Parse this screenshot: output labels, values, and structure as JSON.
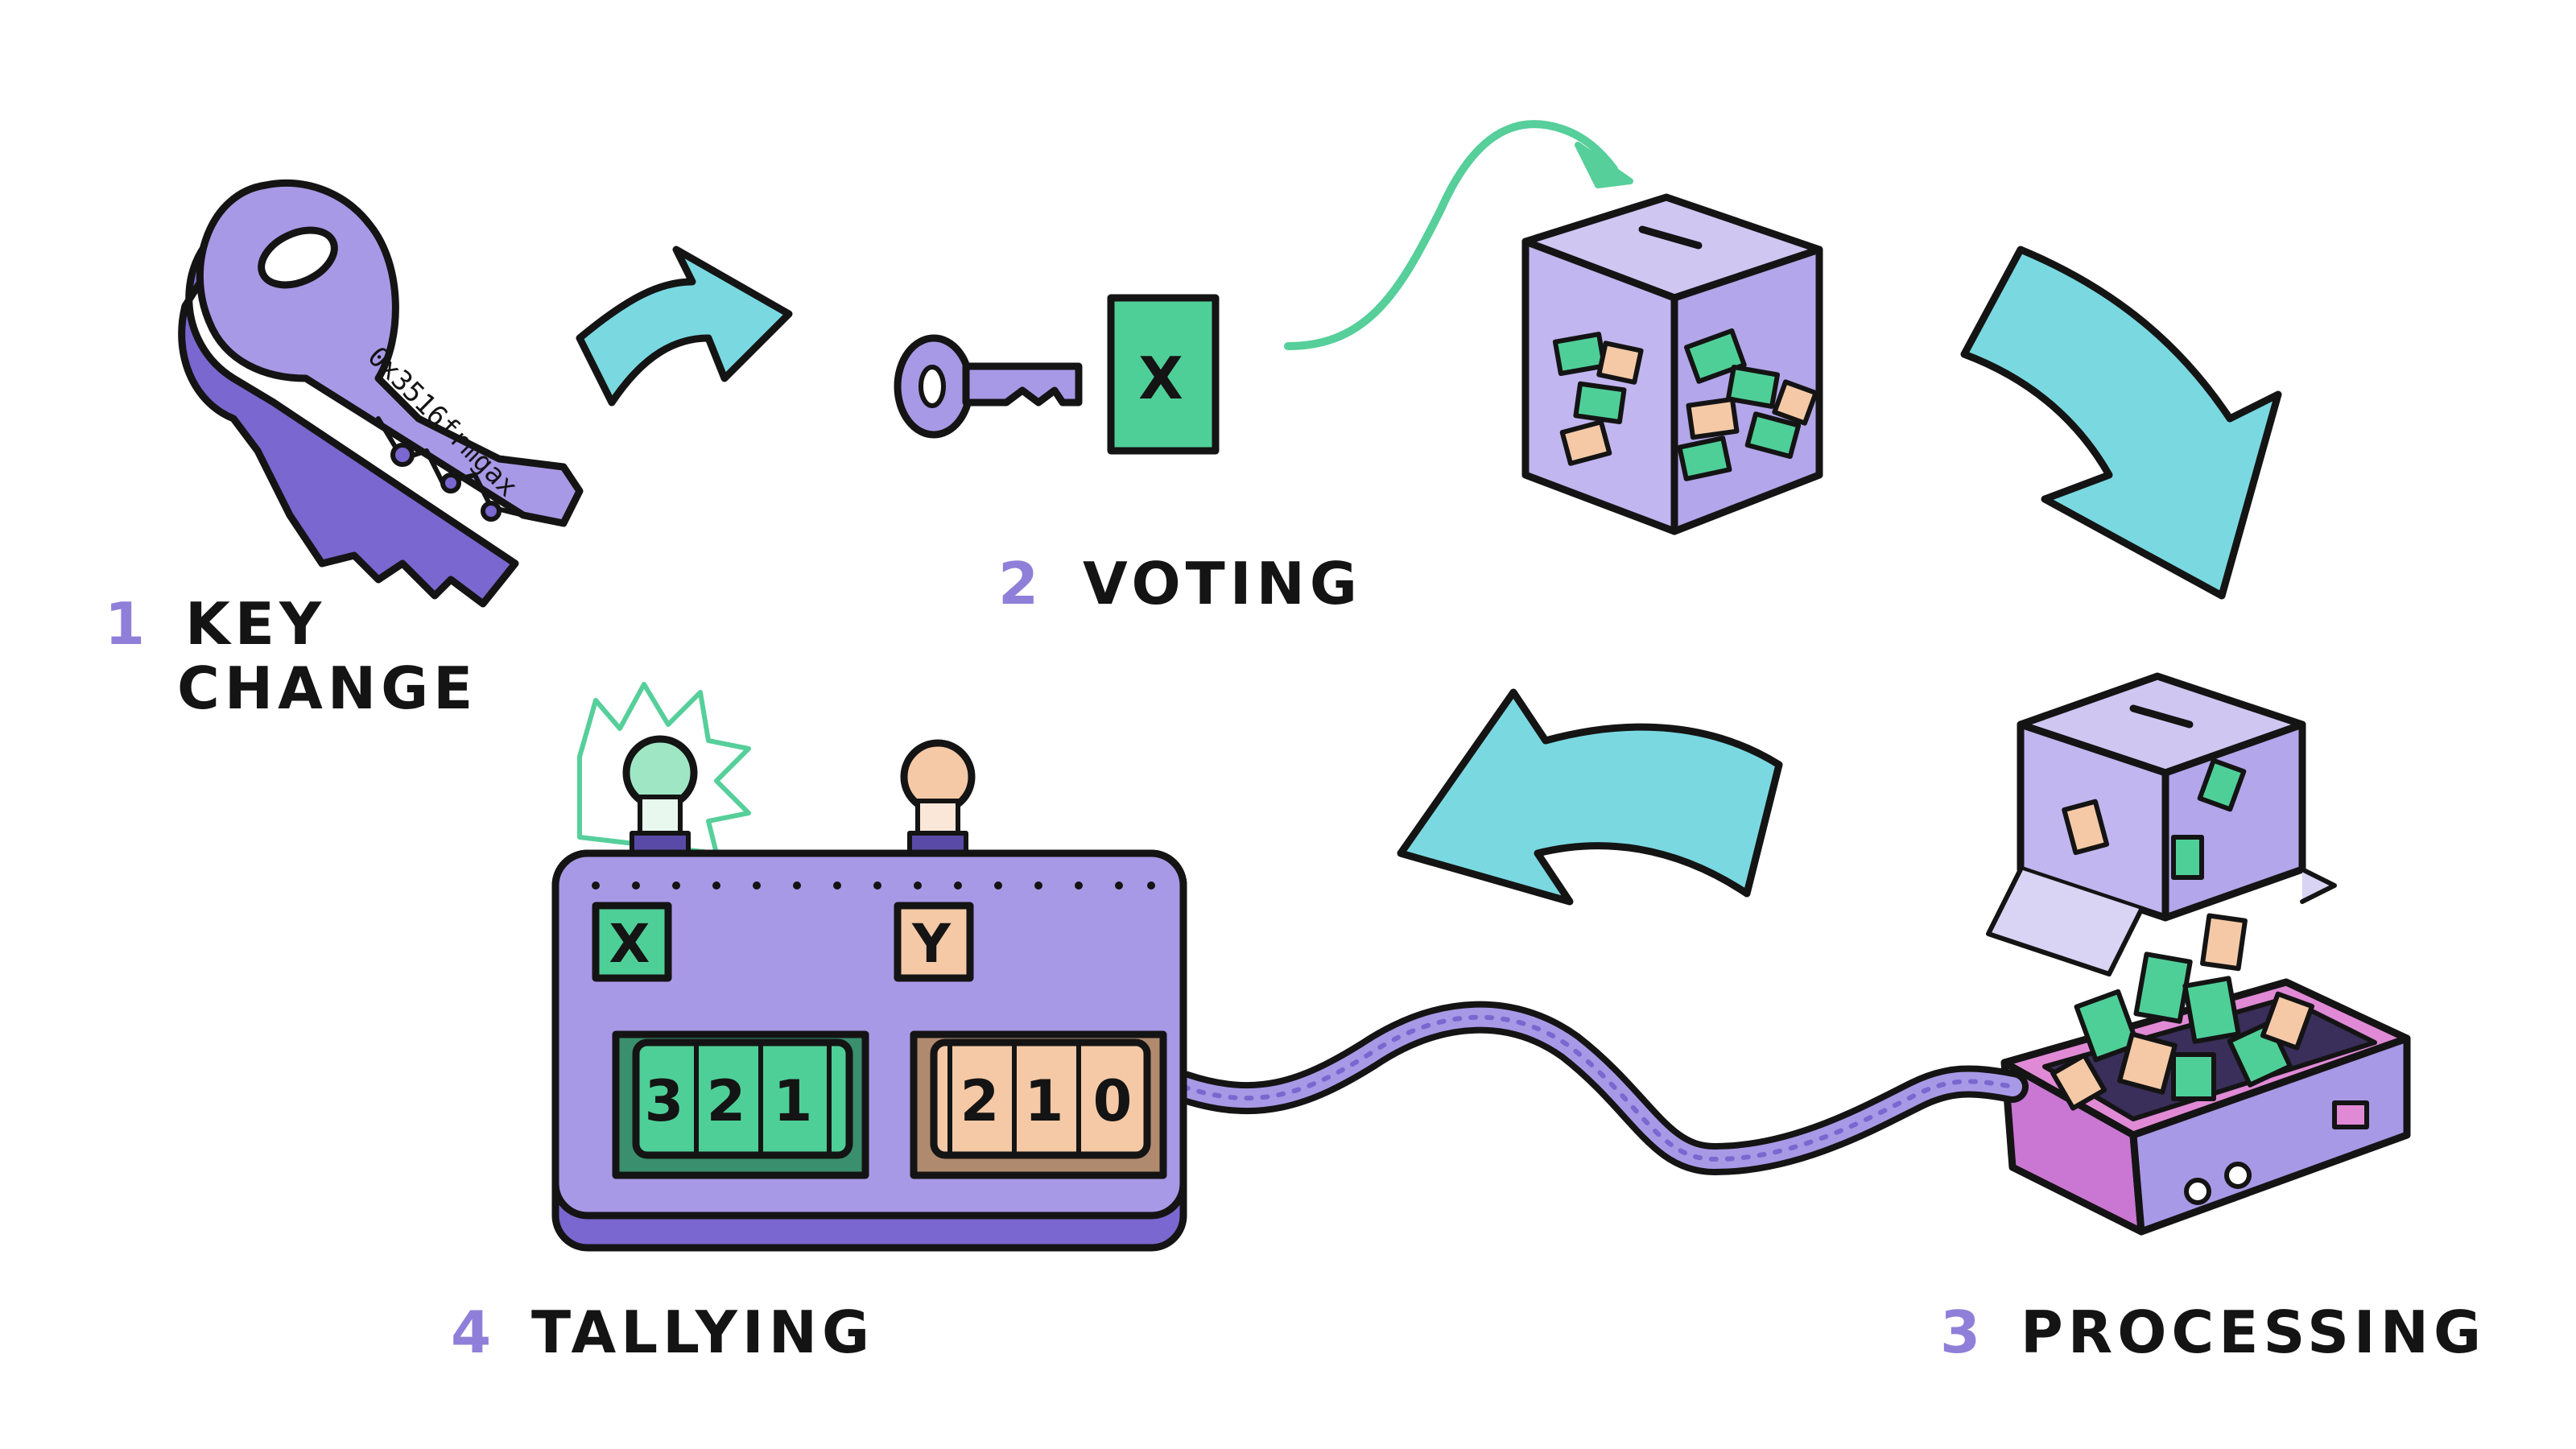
{
  "colors": {
    "purple": "#a899e6",
    "purple_dark": "#7a67cf",
    "teal": "#7ad8e0",
    "green": "#4fcf98",
    "green_arrow": "#56cf9a",
    "peach": "#f5c9a6",
    "pink": "#e08ad6",
    "ink": "#141414",
    "label_number": "#8f7fd9"
  },
  "steps": [
    {
      "number": "1",
      "lines": [
        "KEY",
        "CHANGE"
      ]
    },
    {
      "number": "2",
      "lines": [
        "VOTING"
      ]
    },
    {
      "number": "3",
      "lines": [
        "PROCESSING"
      ]
    },
    {
      "number": "4",
      "lines": [
        "TALLYING"
      ]
    }
  ],
  "key": {
    "engraving": "0x3516frmgax"
  },
  "ballot": {
    "mark": "X"
  },
  "tally": {
    "option_x": {
      "label": "X",
      "digits": [
        "3",
        "2",
        "1"
      ],
      "lit": true
    },
    "option_y": {
      "label": "Y",
      "digits": [
        "2",
        "1",
        "0"
      ],
      "lit": false
    }
  }
}
